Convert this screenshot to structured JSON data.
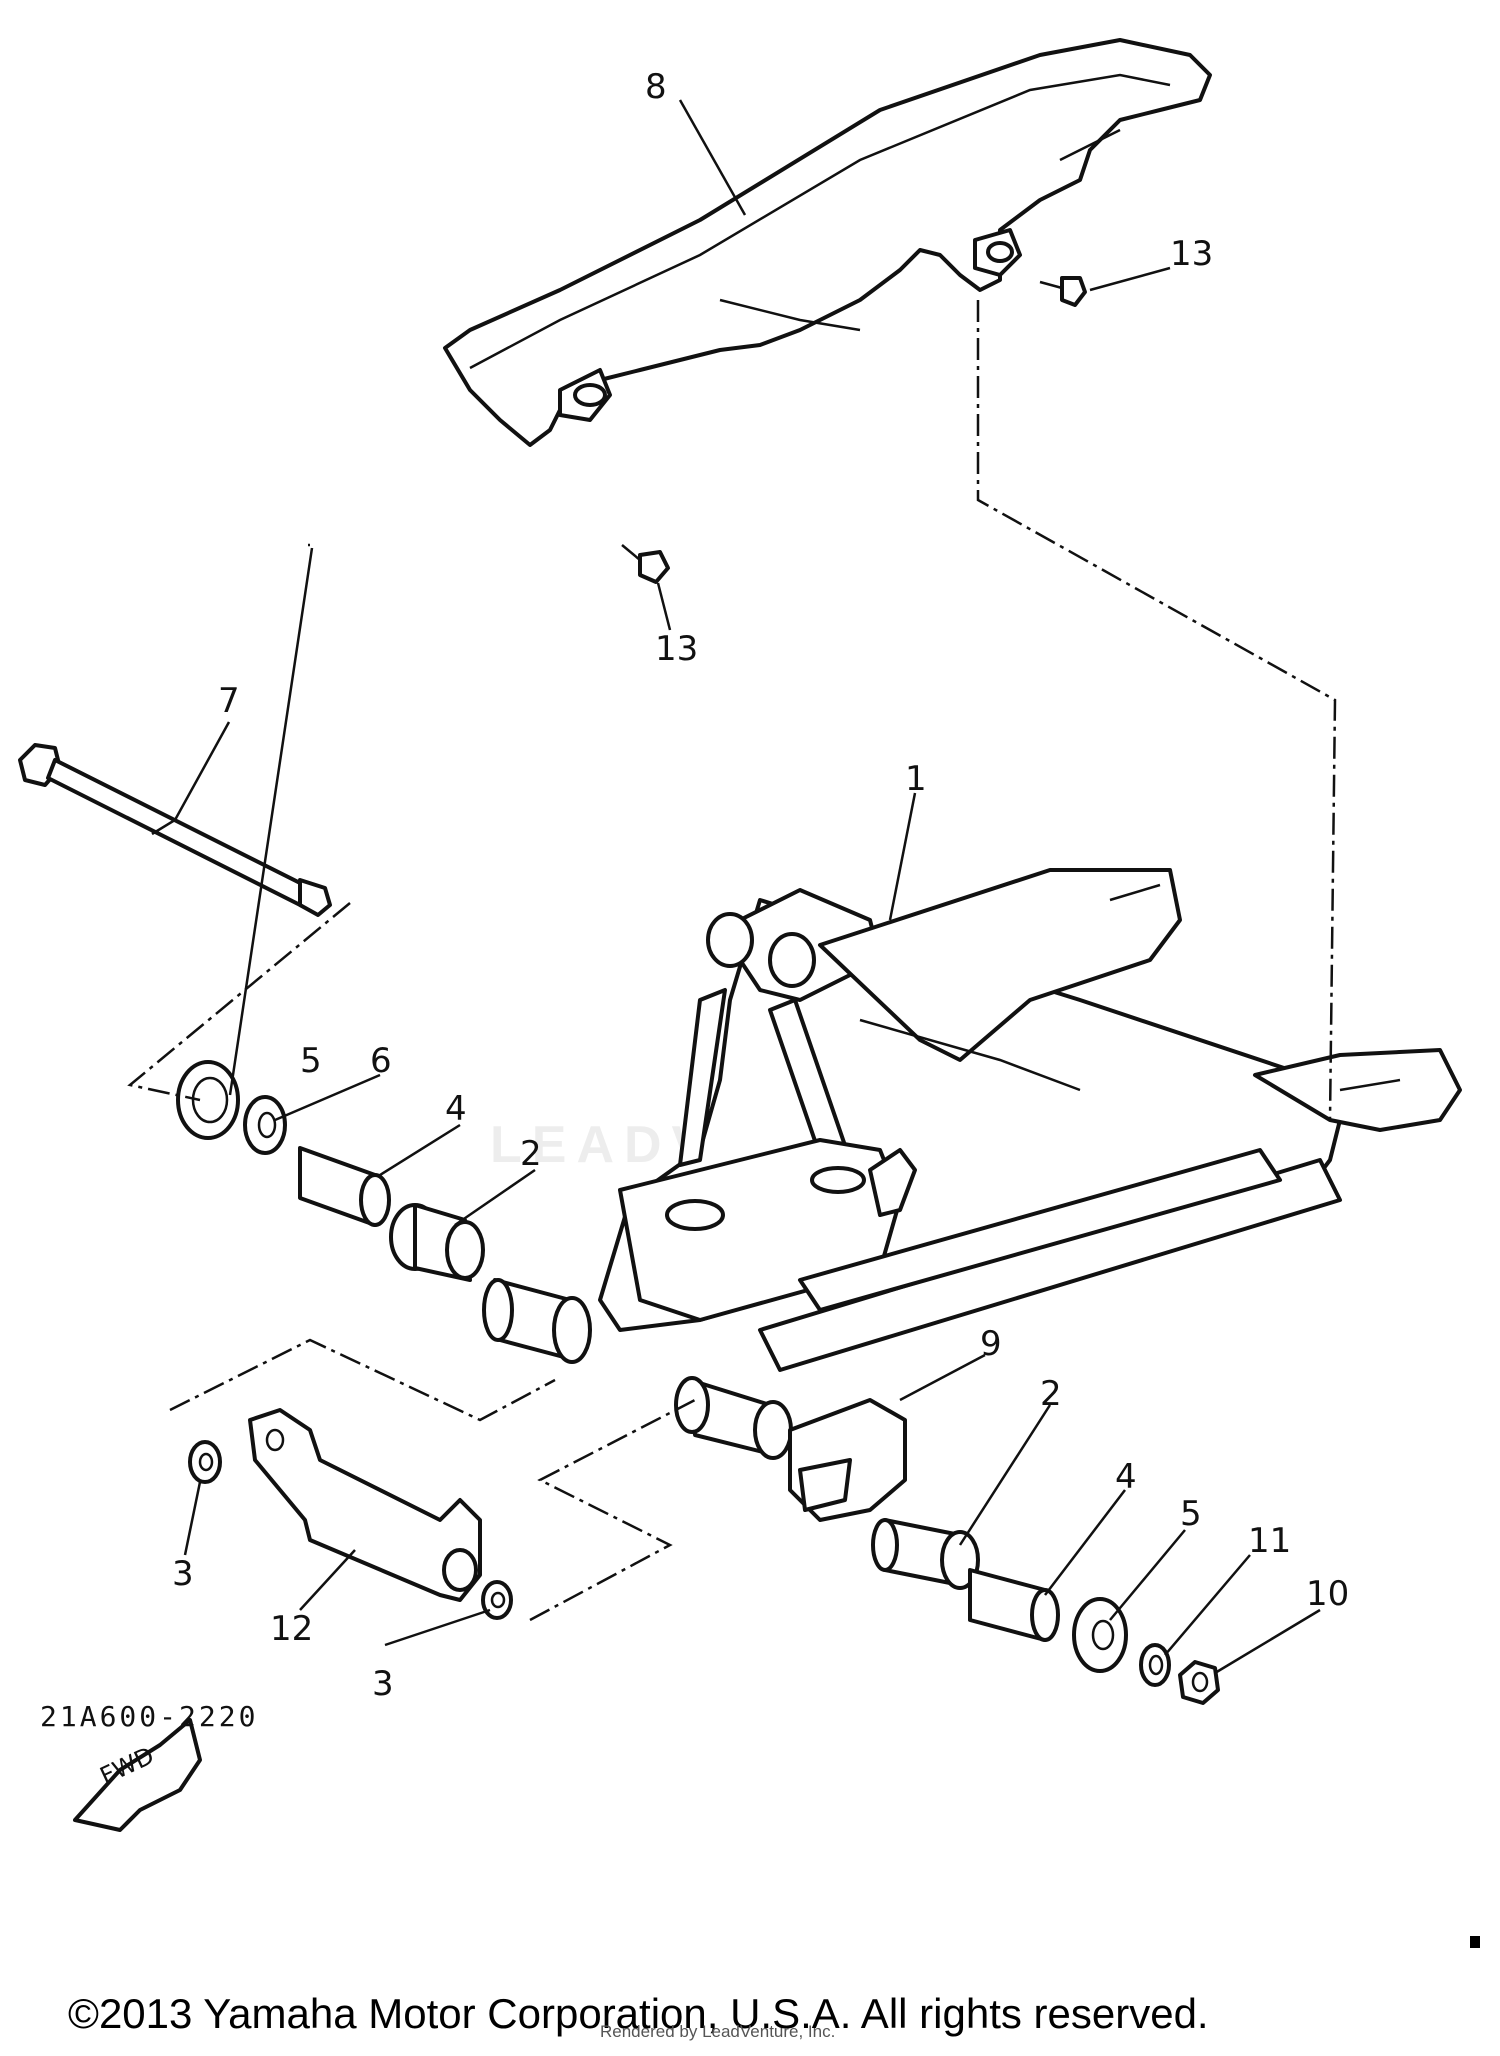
{
  "diagram": {
    "code": "21A600-2220",
    "fwd_label": "FWD",
    "watermark": "LEADVENTURE",
    "callouts": [
      {
        "id": "c1",
        "label": "1"
      },
      {
        "id": "c2a",
        "label": "2"
      },
      {
        "id": "c2b",
        "label": "2"
      },
      {
        "id": "c3a",
        "label": "3"
      },
      {
        "id": "c3b",
        "label": "3"
      },
      {
        "id": "c4a",
        "label": "4"
      },
      {
        "id": "c4b",
        "label": "4"
      },
      {
        "id": "c5a",
        "label": "5"
      },
      {
        "id": "c5b",
        "label": "5"
      },
      {
        "id": "c6",
        "label": "6"
      },
      {
        "id": "c7",
        "label": "7"
      },
      {
        "id": "c8",
        "label": "8"
      },
      {
        "id": "c9",
        "label": "9"
      },
      {
        "id": "c10",
        "label": "10"
      },
      {
        "id": "c11",
        "label": "11"
      },
      {
        "id": "c12",
        "label": "12"
      },
      {
        "id": "c13a",
        "label": "13"
      },
      {
        "id": "c13b",
        "label": "13"
      }
    ]
  },
  "footer": {
    "copyright": "©2013 Yamaha Motor Corporation, U.S.A. All rights reserved.",
    "render_credit": "Rendered by LeadVenture, Inc."
  }
}
